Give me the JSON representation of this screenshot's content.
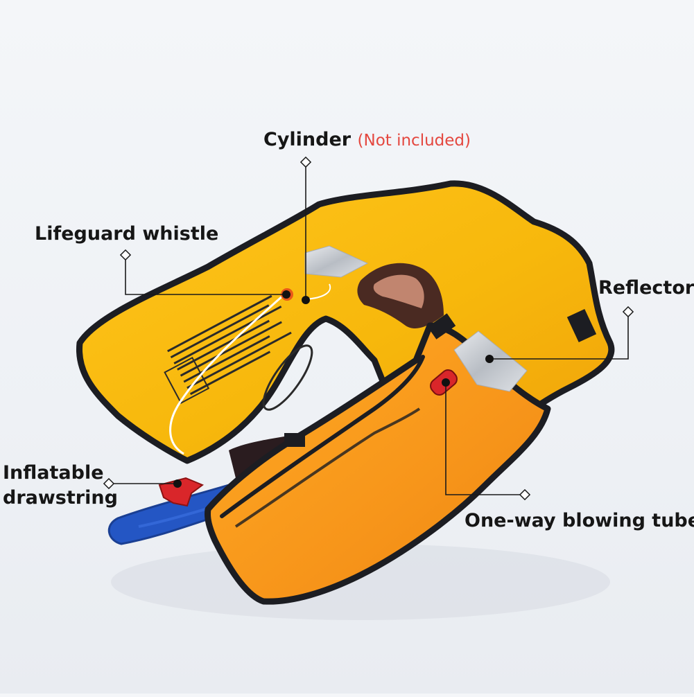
{
  "callouts": {
    "cylinder": {
      "label": "Cylinder",
      "note": "(Not included)"
    },
    "whistle": {
      "label": "Lifeguard whistle"
    },
    "reflector": {
      "label": "Reflector"
    },
    "drawstring": {
      "line1": "Inflatable",
      "line2": "drawstring"
    },
    "blowing_tube": {
      "label": "One-way blowing tube"
    }
  },
  "colors": {
    "vest_yellow": "#f7b80c",
    "vest_orange": "#f59a12",
    "edge_binding": "#1c1d22",
    "strap_blue": "#2456c4",
    "handle_red": "#d9262a",
    "note_red": "#e4473f",
    "reflector_silver": "#cfd3d8"
  }
}
